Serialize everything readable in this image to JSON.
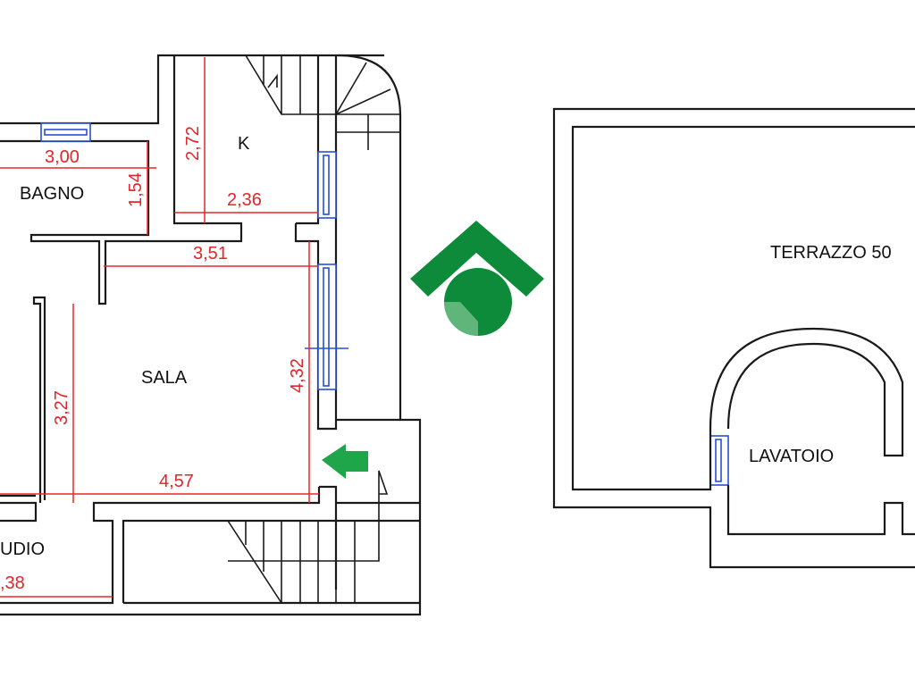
{
  "rooms": {
    "bagno": "BAGNO",
    "k": "K",
    "sala": "SALA",
    "studio": "UDIO",
    "terrazzo": "TERRAZZO 50",
    "lavatoio": "LAVATOIO"
  },
  "dimensions": {
    "bagno_width": "3,00",
    "bagno_depth": "1,54",
    "k_height": "2,72",
    "k_width": "2,36",
    "sala_top": "3,51",
    "sala_right": "4,32",
    "sala_left": "3,27",
    "sala_bottom": "4,57",
    "studio_width": ",38"
  },
  "colors": {
    "walls": "#1a1a1a",
    "dimensions": "#e0262a",
    "windows": "#2a4fd6",
    "logo": "#0d8a3a",
    "arrow": "#1fa64a"
  }
}
